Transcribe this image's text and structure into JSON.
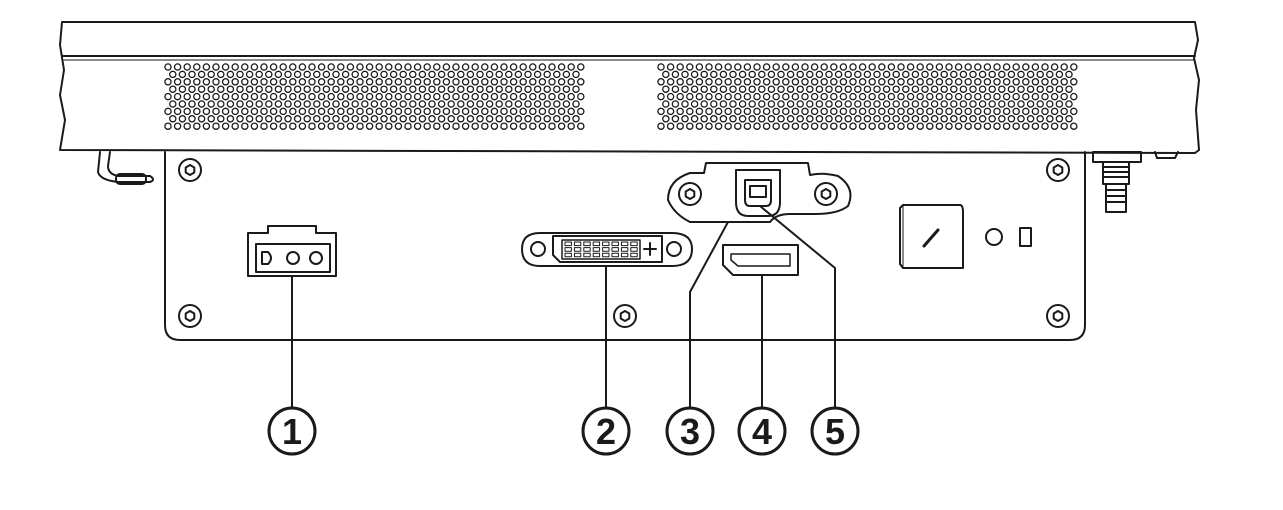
{
  "callouts": [
    {
      "number": "1",
      "target": "power-connector"
    },
    {
      "number": "2",
      "target": "dvi-port"
    },
    {
      "number": "3",
      "target": "usb-bracket"
    },
    {
      "number": "4",
      "target": "displayport"
    },
    {
      "number": "5",
      "target": "usb-b-port"
    }
  ],
  "colors": {
    "line": "#1a1a1a",
    "background": "#ffffff"
  }
}
